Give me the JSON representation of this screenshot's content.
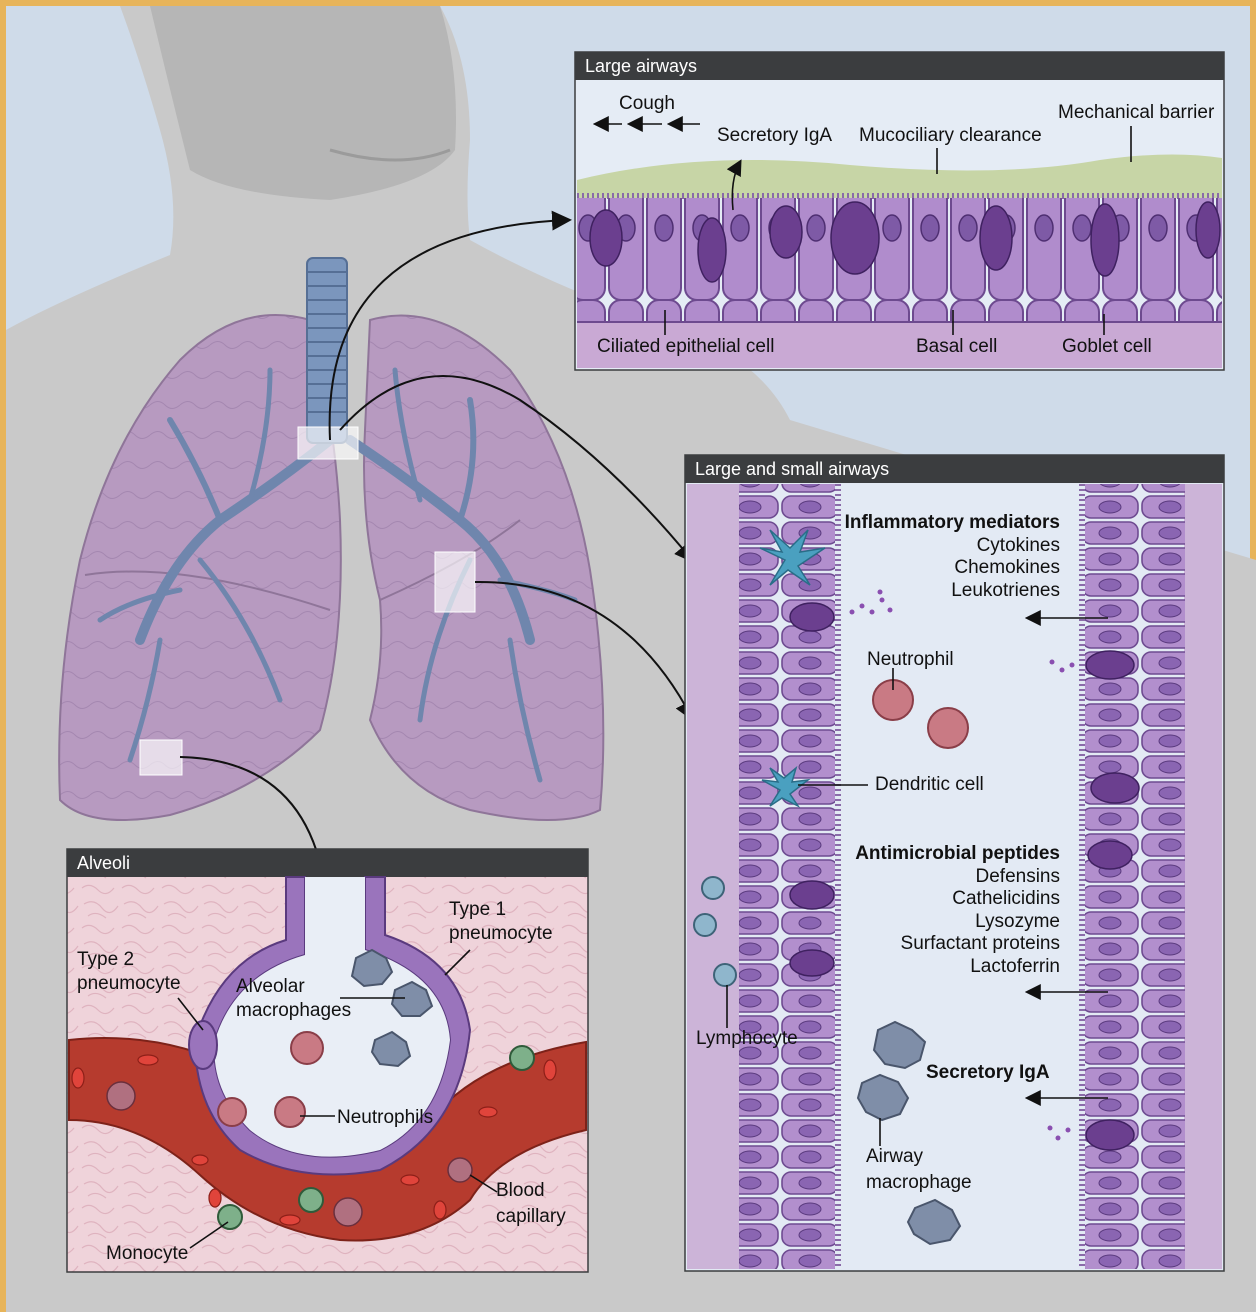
{
  "panels": {
    "large_airways": {
      "title": "Large airways",
      "cough": "Cough",
      "secretory_iga": "Secretory IgA",
      "mucociliary": "Mucociliary clearance",
      "mechanical_barrier": "Mechanical barrier",
      "ciliated": "Ciliated epithelial cell",
      "basal": "Basal cell",
      "goblet": "Goblet cell"
    },
    "small_airways": {
      "title": "Large and small airways",
      "inflammatory_heading": "Inflammatory mediators",
      "inflammatory_items": [
        "Cytokines",
        "Chemokines",
        "Leukotrienes"
      ],
      "neutrophil": "Neutrophil",
      "dendritic": "Dendritic cell",
      "antimicrobial_heading": "Antimicrobial peptides",
      "antimicrobial_items": [
        "Defensins",
        "Cathelicidins",
        "Lysozyme",
        "Surfactant proteins",
        "Lactoferrin"
      ],
      "lymphocyte": "Lymphocyte",
      "secretory_iga": "Secretory IgA",
      "airway_macrophage": [
        "Airway",
        "macrophage"
      ]
    },
    "alveoli": {
      "title": "Alveoli",
      "type1": [
        "Type 1",
        "pneumocyte"
      ],
      "type2": [
        "Type 2",
        "pneumocyte"
      ],
      "alveolar_macrophages": [
        "Alveolar",
        "macrophages"
      ],
      "neutrophils": "Neutrophils",
      "blood_capillary": [
        "Blood",
        "capillary"
      ],
      "monocyte": "Monocyte"
    }
  },
  "colors": {
    "border": "#d8a24a",
    "background": "#cfdbe9",
    "header_bar": "#3b3d3f",
    "lung": "#b79ac0",
    "epithelium": "#a682c2",
    "mucus": "#c8d6a8",
    "blood": "#b63b2e",
    "tissue": "#ecc9d0",
    "watermark": "#1a3bd6"
  }
}
